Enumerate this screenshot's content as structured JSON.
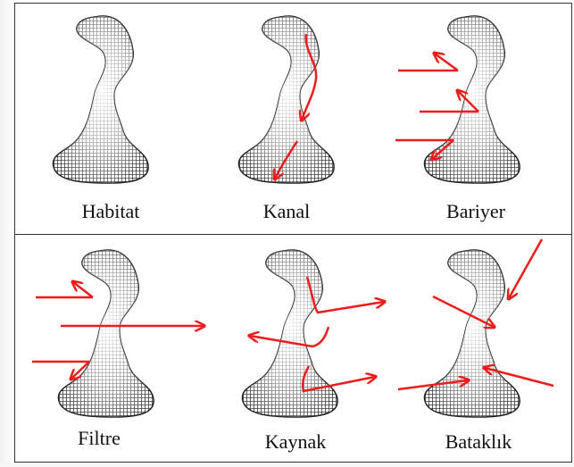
{
  "panels": [
    {
      "label": "Habitat"
    },
    {
      "label": "Kanal"
    },
    {
      "label": "Bariyer"
    },
    {
      "label": "Filtre"
    },
    {
      "label": "Kaynak"
    },
    {
      "label": "Bataklık"
    }
  ],
  "colors": {
    "arrow": "#ee1c1c",
    "frame": "#333333",
    "hatch": "#3a3a3a",
    "text": "#111111"
  }
}
